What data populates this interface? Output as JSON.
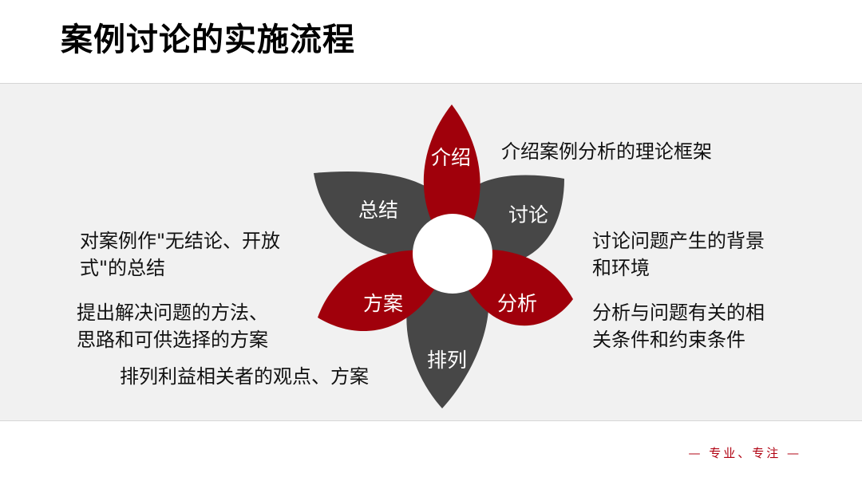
{
  "title": "案例讨论的实施流程",
  "colors": {
    "red": "#a0000b",
    "gray": "#474747",
    "center": "#ffffff",
    "accent": "#b00010"
  },
  "petals": [
    {
      "label": "介绍",
      "color": "red",
      "description": "介绍案例分析的理论框架"
    },
    {
      "label": "讨论",
      "color": "gray",
      "description": "讨论问题产生的背景\n和环境"
    },
    {
      "label": "分析",
      "color": "red",
      "description": "分析与问题有关的相\n关条件和约束条件"
    },
    {
      "label": "排列",
      "color": "gray",
      "description": "排列利益相关者的观点、方案"
    },
    {
      "label": "方案",
      "color": "red",
      "description": "提出解决问题的方法、\n思路和可供选择的方案"
    },
    {
      "label": "总结",
      "color": "gray",
      "description": "对案例作\"无结论、开放\n式\"的总结"
    }
  ],
  "footer": "— 专业、专注 —"
}
